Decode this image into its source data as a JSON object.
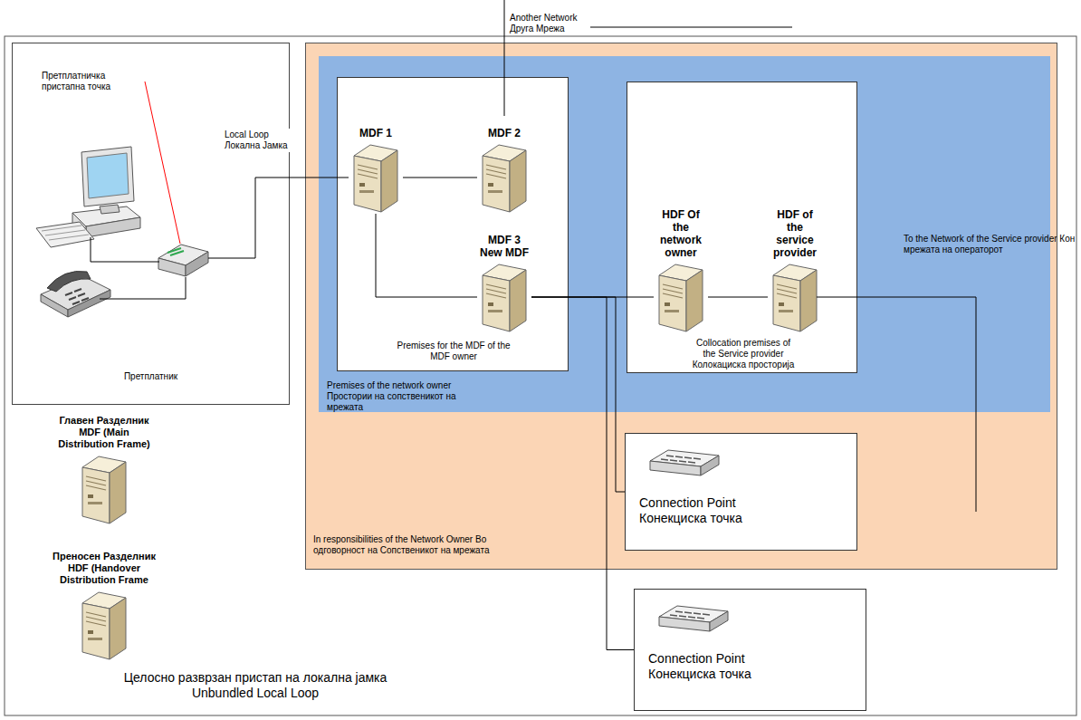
{
  "diagram": {
    "caption": "Целосно разврзан пристап на локална јамка Unbundled Local Loop",
    "nodes": [
      {
        "text": [
          "Претплатничка пристапна точка",
          "Претплатник"
        ]
      },
      {
        "text": [
          "In responsibilities of the Network Owner Во одговорност на Сопственикот на мрежата"
        ]
      },
      {
        "text": [
          "Premises of the network owner Простории на сопственикот на мрежата"
        ],
        "in": 1
      },
      {
        "text": [
          "Premises for the MDF of the MDF owner"
        ],
        "in": 2
      },
      {
        "text": [
          "MDF 1"
        ],
        "in": 3
      },
      {
        "text": [
          "MDF 2"
        ],
        "in": 3
      },
      {
        "text": [
          "MDF 3 New MDF"
        ],
        "in": 3
      },
      {
        "text": [
          "Collocation premises of the Service provider Колокациска просторија"
        ],
        "in": 2
      },
      {
        "text": [
          "HDF Of the network owner"
        ],
        "in": 7
      },
      {
        "text": [
          "HDF of the service provider"
        ],
        "in": 7
      },
      {
        "text": [
          "Connection Point Конекциска точка"
        ],
        "in": 1
      },
      {
        "text": [
          "Connection Point Конекциска точка"
        ]
      }
    ],
    "edges": [
      {
        "from": 0,
        "to": 4,
        "arrow": "none",
        "label": "Local Loop Локална Јамка"
      },
      {
        "from": 4,
        "to": 5,
        "arrow": "none"
      },
      {
        "from": 4,
        "to": 6,
        "arrow": "none"
      },
      {
        "from": 6,
        "to": 8,
        "arrow": "none"
      },
      {
        "from": 8,
        "to": 9,
        "arrow": "none"
      },
      {
        "from": 6,
        "to": 10,
        "arrow": "none"
      },
      {
        "from": 6,
        "to": 11,
        "arrow": "none"
      }
    ],
    "labels": [
      "Another Network Друга Мрежа",
      "To the Network of the Service provider Кон мрежата на операторот"
    ],
    "legend": [
      {
        "text": "Главен Разделник MDF (Main Distribution Frame)"
      },
      {
        "text": "Преносен Разделник HDF (Handover Distribution Frame"
      }
    ]
  }
}
